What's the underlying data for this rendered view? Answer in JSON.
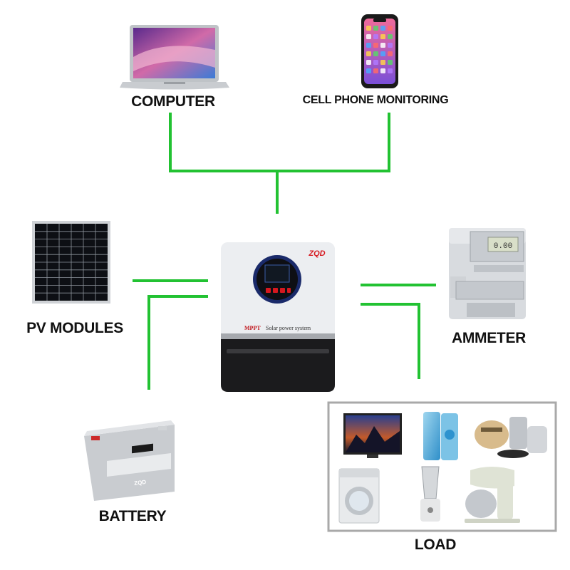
{
  "labels": {
    "computer": "COMPUTER",
    "cell_phone": "CELL PHONE MONITORING",
    "pv_modules": "PV MODULES",
    "ammeter": "AMMETER",
    "battery": "BATTERY",
    "load": "LOAD"
  },
  "inverter": {
    "brand": "ZQD",
    "panel_text": "Solar power system",
    "mppt": "MPPT"
  },
  "battery_device": {
    "brand": "ZQD"
  },
  "colors": {
    "connector": "#22c232",
    "load_border": "#a9a9a9",
    "inverter_body": "#e4e6ea",
    "inverter_base": "#1b1b1d",
    "brand_red": "#d6181f"
  }
}
